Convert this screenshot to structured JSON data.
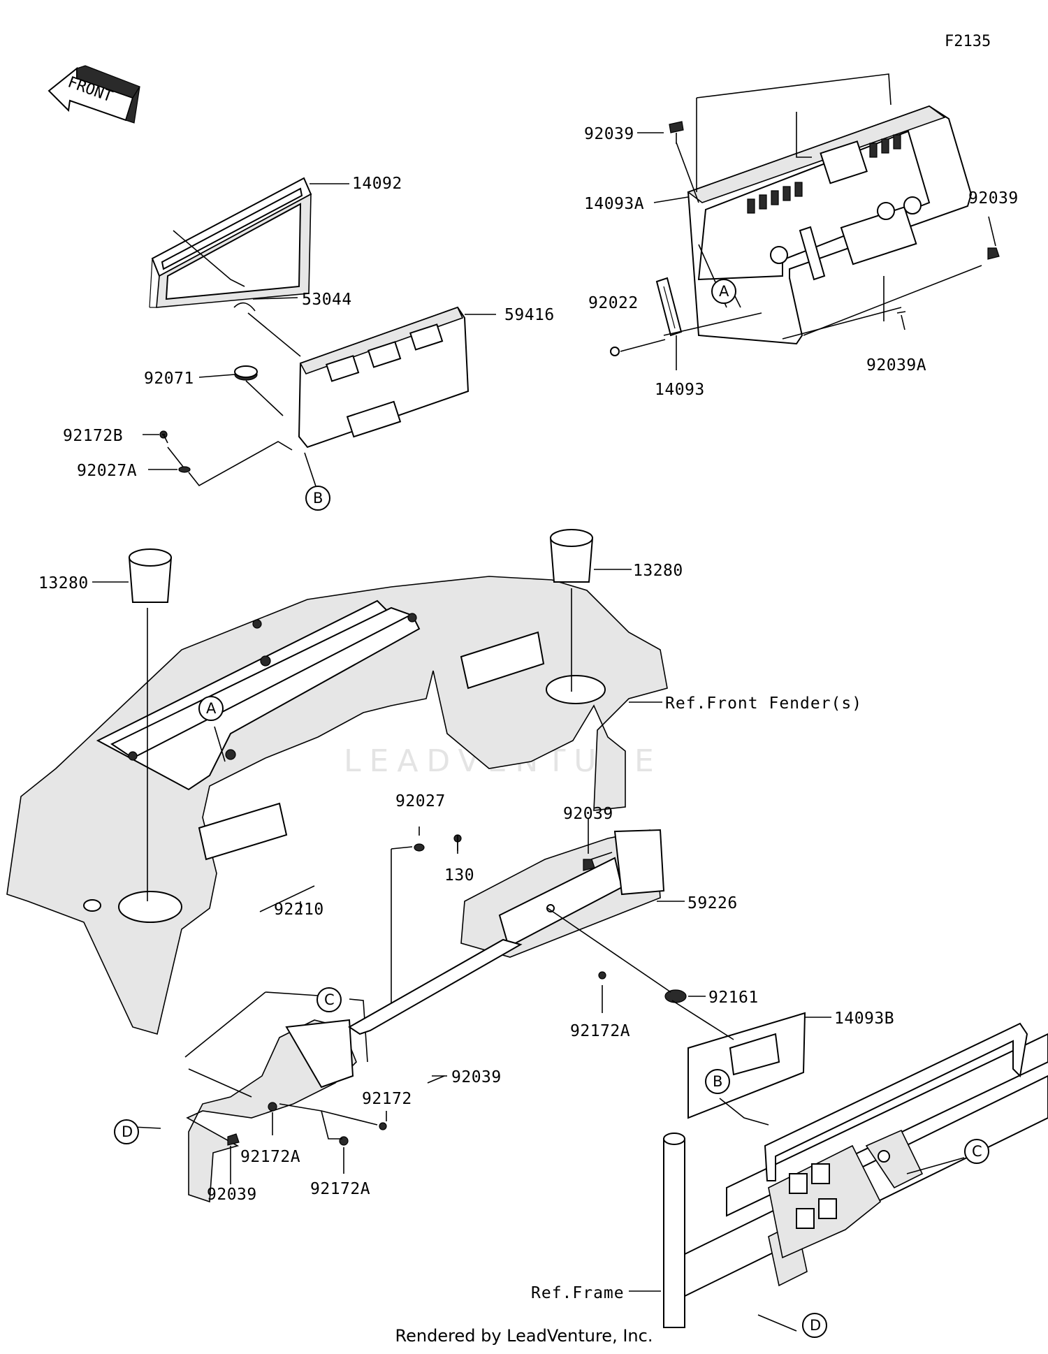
{
  "figure_code": "F2135",
  "front_arrow_label": "FRONT",
  "watermark": "LEADVENTURE",
  "footer": "Rendered by LeadVenture, Inc.",
  "part_numbers": {
    "p14092": "14092",
    "p53044": "53044",
    "p59416": "59416",
    "p92071": "92071",
    "p92172B": "92172B",
    "p92027A": "92027A",
    "p92039_top": "92039",
    "p92039_right": "92039",
    "p14093A": "14093A",
    "p92022": "92022",
    "p14093": "14093",
    "p92039A": "92039A",
    "p13280_left": "13280",
    "p13280_right": "13280",
    "p92210": "92210",
    "p92027": "92027",
    "p130": "130",
    "p92039_mid": "92039",
    "p59226": "59226",
    "p92161": "92161",
    "p92172A_mid": "92172A",
    "p14093B": "14093B",
    "p92039_lower": "92039",
    "p92172": "92172",
    "p92172A_low1": "92172A",
    "p92172A_low2": "92172A",
    "p92039_bottom": "92039"
  },
  "references": {
    "front_fender": "Ref.Front Fender(s)",
    "frame": "Ref.Frame"
  },
  "callouts": {
    "A": "A",
    "B": "B",
    "C": "C",
    "D": "D"
  }
}
